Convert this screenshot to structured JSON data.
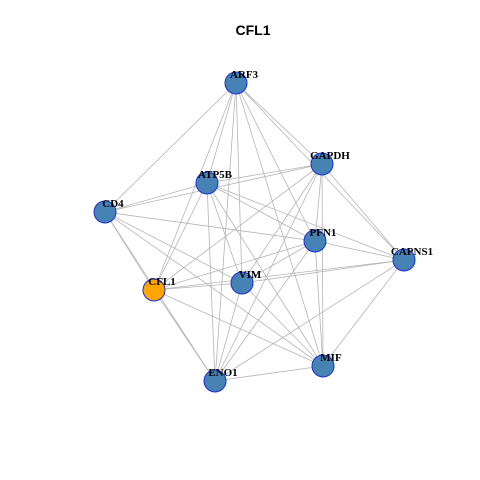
{
  "title": "CFL1",
  "colors": {
    "node_fill": "#4682b4",
    "highlight_fill": "#ffa500",
    "node_stroke": "#1a2fd6",
    "edge": "#b5b5b5"
  },
  "nodes": [
    {
      "id": "ARF3",
      "label": "ARF3",
      "highlight": false
    },
    {
      "id": "GAPDH",
      "label": "GAPDH",
      "highlight": false
    },
    {
      "id": "ATP5B",
      "label": "ATP5B",
      "highlight": false
    },
    {
      "id": "CD4",
      "label": "CD4",
      "highlight": false
    },
    {
      "id": "PFN1",
      "label": "PFN1",
      "highlight": false
    },
    {
      "id": "CAPNS1",
      "label": "CAPNS1",
      "highlight": false
    },
    {
      "id": "CFL1",
      "label": "CFL1",
      "highlight": true
    },
    {
      "id": "VIM",
      "label": "VIM",
      "highlight": false
    },
    {
      "id": "MIF",
      "label": "MIF",
      "highlight": false
    },
    {
      "id": "ENO1",
      "label": "ENO1",
      "highlight": false
    }
  ],
  "edges": [
    [
      "ARF3",
      "GAPDH"
    ],
    [
      "ARF3",
      "ATP5B"
    ],
    [
      "ARF3",
      "CD4"
    ],
    [
      "ARF3",
      "PFN1"
    ],
    [
      "ARF3",
      "CAPNS1"
    ],
    [
      "ARF3",
      "CFL1"
    ],
    [
      "ARF3",
      "VIM"
    ],
    [
      "ARF3",
      "ENO1"
    ],
    [
      "ARF3",
      "MIF"
    ],
    [
      "GAPDH",
      "ATP5B"
    ],
    [
      "GAPDH",
      "CD4"
    ],
    [
      "GAPDH",
      "PFN1"
    ],
    [
      "GAPDH",
      "CAPNS1"
    ],
    [
      "GAPDH",
      "CFL1"
    ],
    [
      "GAPDH",
      "VIM"
    ],
    [
      "GAPDH",
      "MIF"
    ],
    [
      "GAPDH",
      "ENO1"
    ],
    [
      "ATP5B",
      "CD4"
    ],
    [
      "ATP5B",
      "PFN1"
    ],
    [
      "ATP5B",
      "CAPNS1"
    ],
    [
      "ATP5B",
      "CFL1"
    ],
    [
      "ATP5B",
      "VIM"
    ],
    [
      "ATP5B",
      "MIF"
    ],
    [
      "ATP5B",
      "ENO1"
    ],
    [
      "CD4",
      "PFN1"
    ],
    [
      "CD4",
      "CFL1"
    ],
    [
      "CD4",
      "VIM"
    ],
    [
      "CD4",
      "MIF"
    ],
    [
      "CD4",
      "ENO1"
    ],
    [
      "PFN1",
      "CAPNS1"
    ],
    [
      "PFN1",
      "CFL1"
    ],
    [
      "PFN1",
      "VIM"
    ],
    [
      "PFN1",
      "MIF"
    ],
    [
      "PFN1",
      "ENO1"
    ],
    [
      "CAPNS1",
      "CFL1"
    ],
    [
      "CAPNS1",
      "VIM"
    ],
    [
      "CAPNS1",
      "MIF"
    ],
    [
      "CAPNS1",
      "ENO1"
    ],
    [
      "CFL1",
      "VIM"
    ],
    [
      "CFL1",
      "MIF"
    ],
    [
      "CFL1",
      "ENO1"
    ],
    [
      "VIM",
      "MIF"
    ],
    [
      "VIM",
      "ENO1"
    ],
    [
      "MIF",
      "ENO1"
    ]
  ]
}
